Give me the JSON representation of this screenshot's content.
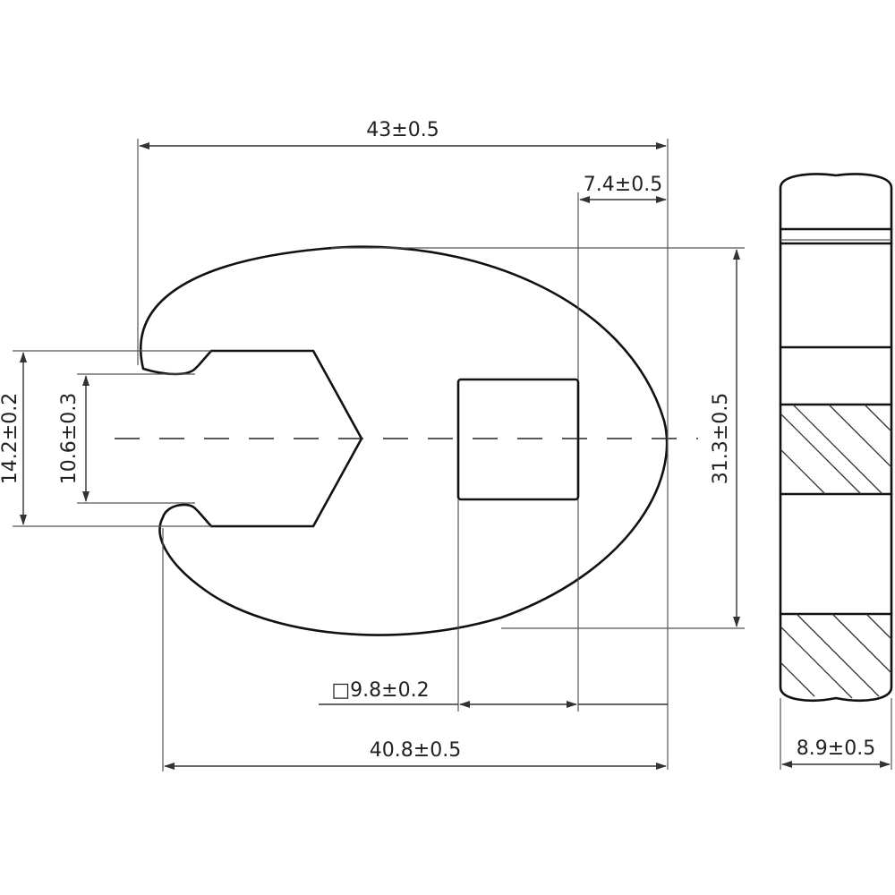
{
  "drawing": {
    "dimensions": {
      "overall_length": "43±0.5",
      "drive_offset": "7.4±0.5",
      "outer_opening": "14.2±0.2",
      "inner_opening": "10.6±0.3",
      "height": "31.3±0.5",
      "square_drive": "□9.8±0.2",
      "body_length": "40.8±0.5",
      "thickness": "8.9±0.5"
    }
  }
}
